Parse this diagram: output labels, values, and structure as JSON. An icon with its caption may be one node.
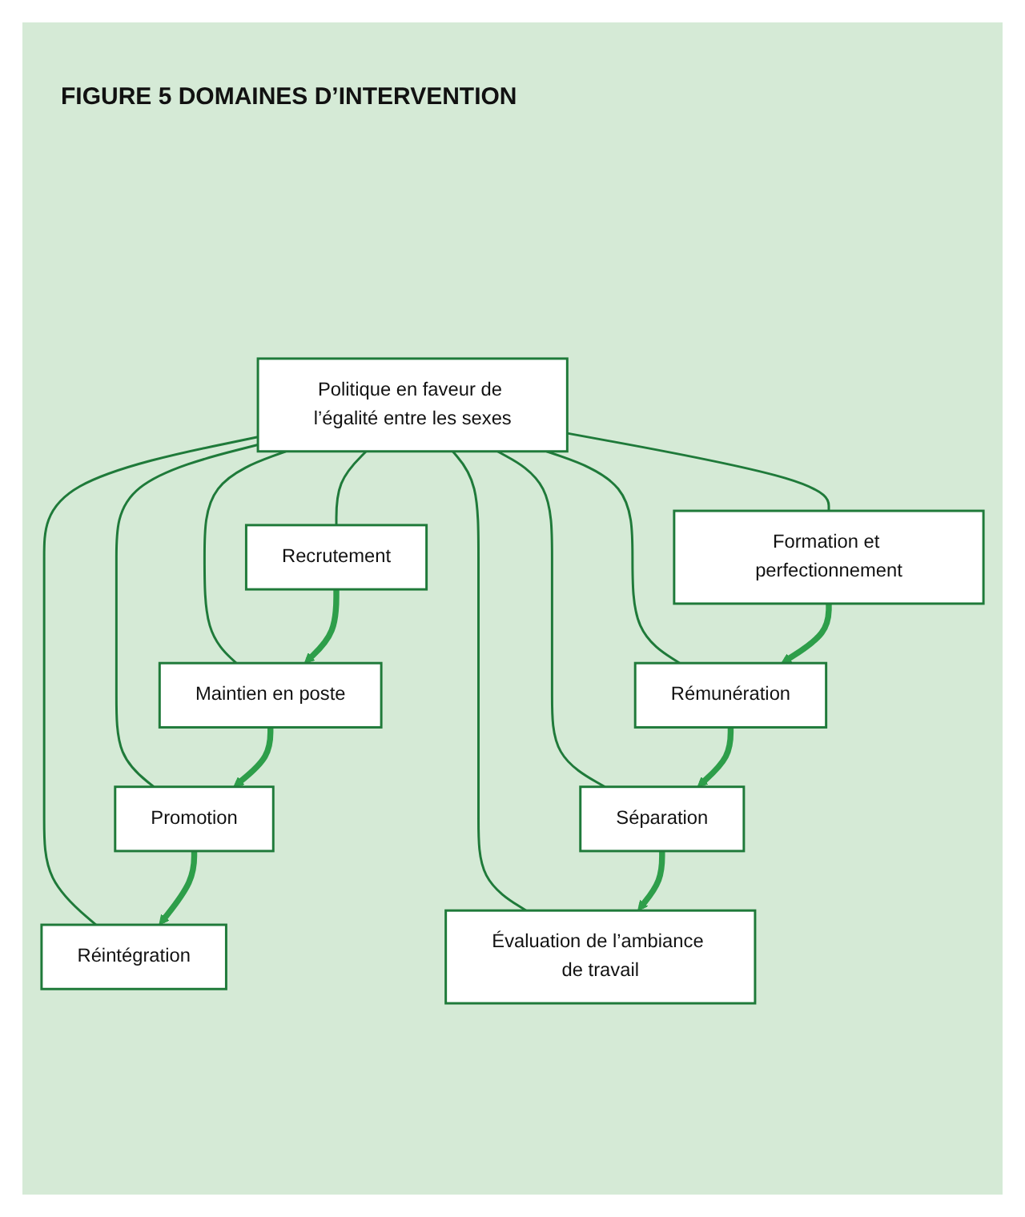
{
  "diagram": {
    "title": "FIGURE 5 DOMAINES D’INTERVENTION",
    "nodes": [
      {
        "text": [
          "Recrutement"
        ]
      },
      {
        "text": [
          "Évaluation de l’ambiance de travail"
        ]
      },
      {
        "text": [
          "Maintien en poste"
        ]
      },
      {
        "text": [
          "Politique en faveur de l’égalité entre les sexes"
        ]
      },
      {
        "text": [
          "Séparation"
        ]
      },
      {
        "text": [
          "Promotion"
        ]
      },
      {
        "text": [
          "Rémunération"
        ]
      },
      {
        "text": [
          "Réintégration"
        ]
      },
      {
        "text": [
          "Formation et perfectionnement"
        ]
      }
    ],
    "edges": [
      {
        "from": 3,
        "to": 0,
        "arrow": "none"
      },
      {
        "from": 3,
        "to": 1,
        "arrow": "none"
      },
      {
        "from": 3,
        "to": 2,
        "arrow": "none"
      },
      {
        "from": 3,
        "to": 4,
        "arrow": "none"
      },
      {
        "from": 3,
        "to": 5,
        "arrow": "none"
      },
      {
        "from": 3,
        "to": 6,
        "arrow": "none"
      },
      {
        "from": 3,
        "to": 7,
        "arrow": "none"
      },
      {
        "from": 3,
        "to": 8,
        "arrow": "none"
      },
      {
        "from": 0,
        "to": 2,
        "arrow": "to",
        "style": "thick",
        "color": "#2e9e4a"
      },
      {
        "from": 2,
        "to": 5,
        "arrow": "to",
        "style": "thick",
        "color": "#2e9e4a"
      },
      {
        "from": 5,
        "to": 7,
        "arrow": "to",
        "style": "thick",
        "color": "#2e9e4a"
      },
      {
        "from": 8,
        "to": 6,
        "arrow": "to",
        "style": "thick",
        "color": "#2e9e4a"
      },
      {
        "from": 6,
        "to": 4,
        "arrow": "to",
        "style": "thick",
        "color": "#2e9e4a"
      },
      {
        "from": 4,
        "to": 1,
        "arrow": "to",
        "style": "thick",
        "color": "#2e9e4a"
      }
    ]
  }
}
